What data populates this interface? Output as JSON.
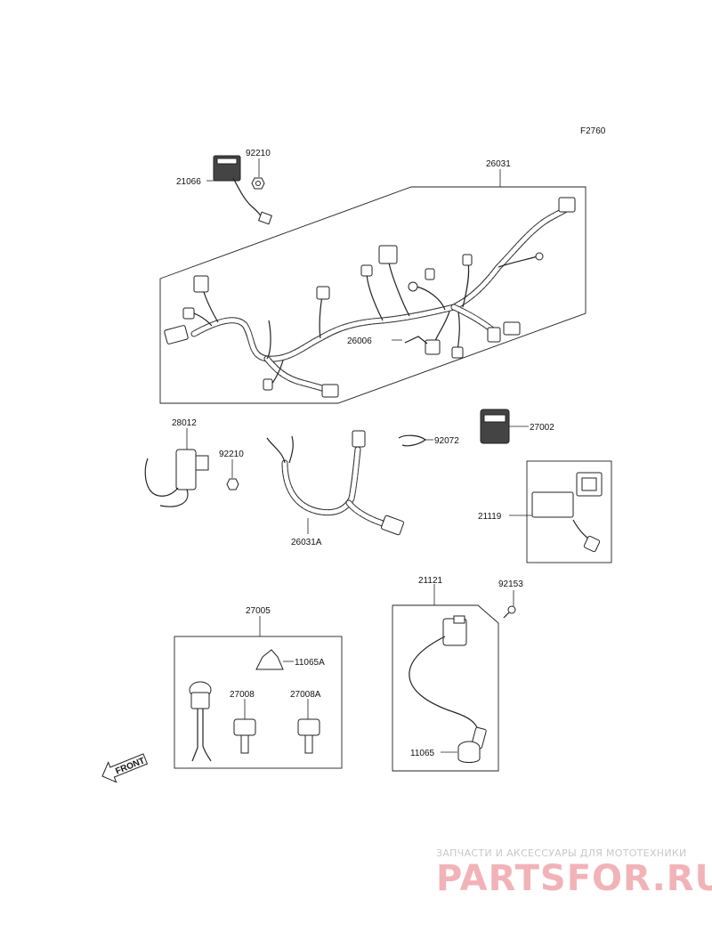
{
  "figure_code": "F2760",
  "parts": {
    "p21066": "21066",
    "p92210_top": "92210",
    "p26031": "26031",
    "p26006": "26006",
    "p28012": "28012",
    "p92210_mid": "92210",
    "p26031A": "26031A",
    "p92072": "92072",
    "p27002": "27002",
    "p21119": "21119",
    "p27005": "27005",
    "p11065A": "11065A",
    "p27008": "27008",
    "p27008A": "27008A",
    "p21121": "21121",
    "p92153": "92153",
    "p11065": "11065"
  },
  "front_arrow": "FRONT",
  "watermark": {
    "line1": "ЗАПЧАСТИ И АКСЕССУАРЫ ДЛЯ МОТОТЕХНИКИ",
    "line2": "PARTSFOR.RU"
  }
}
